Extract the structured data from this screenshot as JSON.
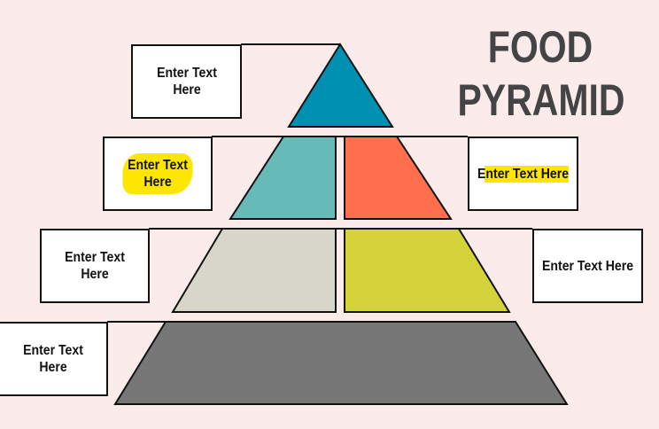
{
  "title": {
    "line1": "FOOD",
    "line2": "PYRAMID"
  },
  "boxes": {
    "tier1": "Enter Text Here",
    "tier2_left": "Enter Text Here",
    "tier2_right": "Enter Text Here",
    "tier3_left": "Enter Text Here",
    "tier3_right": "Enter Text Here",
    "tier4": "Enter Text Here"
  },
  "colors": {
    "background": "#fbeceb",
    "tier1": "#0090b2",
    "tier2_left": "#66bbb8",
    "tier2_right": "#ff6e4d",
    "tier3_left": "#d8d6cb",
    "tier3_right": "#d4d33a",
    "tier4": "#777777",
    "highlight": "#ffe600",
    "title": "#444444"
  }
}
